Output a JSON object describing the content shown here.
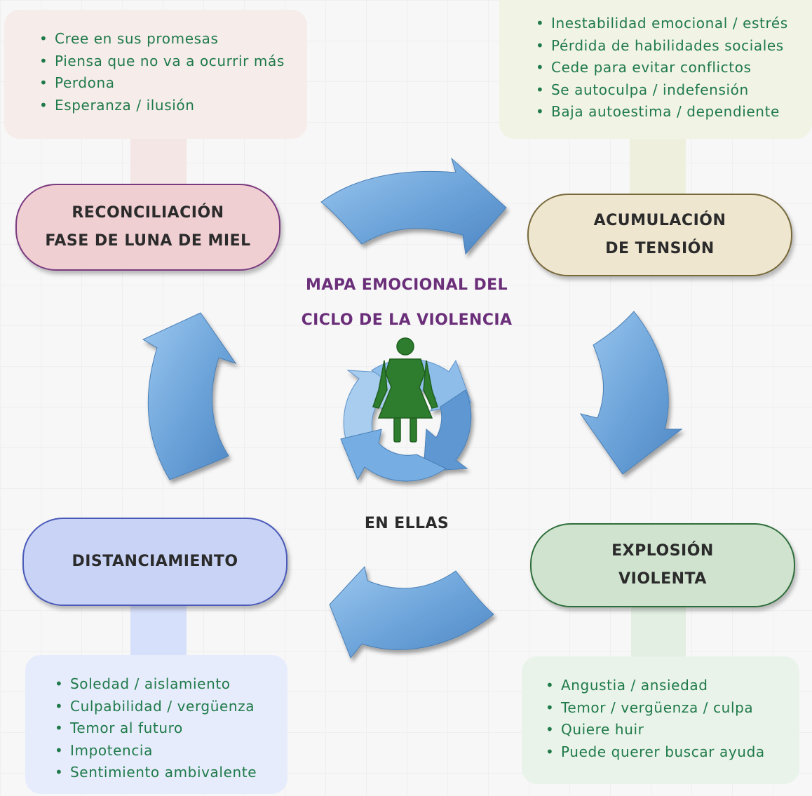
{
  "colors": {
    "reconciliacion": {
      "note_bg": "#f6ecea",
      "box_bg": "#f0cfd3",
      "border": "#7b3a7f",
      "text": "#1f7a4a"
    },
    "acumulacion": {
      "note_bg": "#f1f3e4",
      "box_bg": "#efe6d0",
      "border": "#77693a",
      "text": "#1f7a4a"
    },
    "explosion": {
      "note_bg": "#e9f3e9",
      "box_bg": "#cfe3cf",
      "border": "#2e6e3a",
      "text": "#1f7a4a"
    },
    "distanciamiento": {
      "note_bg": "#e6ecfb",
      "box_bg": "#c8d3f6",
      "border": "#4a5ab8",
      "text": "#1f7a4a"
    },
    "title": "#6b2f7a",
    "arrow": "#6fa6db",
    "figure": "#2e7d2e"
  },
  "icons": [
    "cycle-arrow-icon",
    "woman-figure-icon",
    "cycle-ring-icon"
  ],
  "title": {
    "line1": "MAPA EMOCIONAL DEL",
    "line2": "CICLO DE LA VIOLENCIA"
  },
  "subtitle": "EN ELLAS",
  "phases": {
    "reconciliacion": {
      "line1": "RECONCILIACIÓN",
      "line2": "FASE DE LUNA DE MIEL"
    },
    "acumulacion": {
      "line1": "ACUMULACIÓN",
      "line2": "DE TENSIÓN"
    },
    "explosion": {
      "line1": "EXPLOSIÓN",
      "line2": "VIOLENTA"
    },
    "distanciamiento": {
      "line1": "DISTANCIAMIENTO"
    }
  },
  "notes": {
    "reconciliacion": [
      "Cree en sus promesas",
      "Piensa que no va a ocurrir más",
      "Perdona",
      "Esperanza / ilusión"
    ],
    "acumulacion": [
      "Inestabilidad emocional / estrés",
      "Pérdida de habilidades sociales",
      "Cede para evitar conflictos",
      "Se autoculpa / indefensión",
      "Baja autoestima / dependiente"
    ],
    "explosion": [
      "Angustia / ansiedad",
      "Temor / vergüenza / culpa",
      "Quiere huir",
      "Puede querer buscar ayuda"
    ],
    "distanciamiento": [
      "Soledad / aislamiento",
      "Culpabilidad / vergüenza",
      "Temor al futuro",
      "Impotencia",
      "Sentimiento ambivalente"
    ]
  }
}
